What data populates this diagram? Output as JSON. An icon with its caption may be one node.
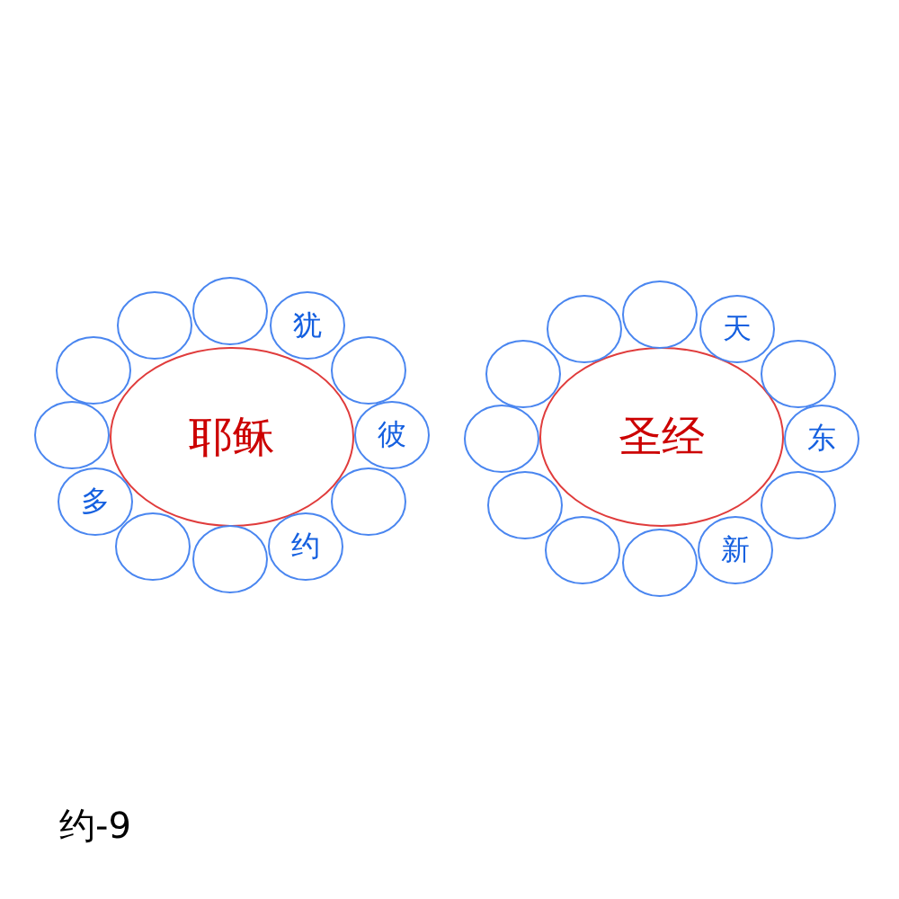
{
  "diagram": {
    "nodes": [
      {
        "text": [
          "耶稣"
        ]
      },
      {
        "text": [],
        "shape": "circle"
      },
      {
        "text": [
          "犹"
        ]
      },
      {
        "text": [],
        "shape": "circle"
      },
      {
        "text": [
          "彼"
        ]
      },
      {
        "text": [],
        "shape": "circle"
      },
      {
        "text": [
          "约"
        ]
      },
      {
        "text": [],
        "shape": "circle"
      },
      {
        "text": [],
        "shape": "circle"
      },
      {
        "text": [
          "多"
        ]
      },
      {
        "text": [],
        "shape": "circle"
      },
      {
        "text": [],
        "shape": "circle"
      },
      {
        "text": [],
        "shape": "circle"
      },
      {
        "text": [
          "圣经"
        ]
      },
      {
        "text": [],
        "shape": "circle"
      },
      {
        "text": [
          "天"
        ]
      },
      {
        "text": [],
        "shape": "circle"
      },
      {
        "text": [
          "东"
        ]
      },
      {
        "text": [],
        "shape": "circle"
      },
      {
        "text": [
          "新"
        ]
      },
      {
        "text": [],
        "shape": "circle"
      },
      {
        "text": [],
        "shape": "circle"
      },
      {
        "text": [],
        "shape": "circle"
      },
      {
        "text": [],
        "shape": "circle"
      },
      {
        "text": [],
        "shape": "circle"
      },
      {
        "text": [],
        "shape": "circle"
      }
    ],
    "edges": [],
    "labels": [
      "约-9"
    ]
  }
}
